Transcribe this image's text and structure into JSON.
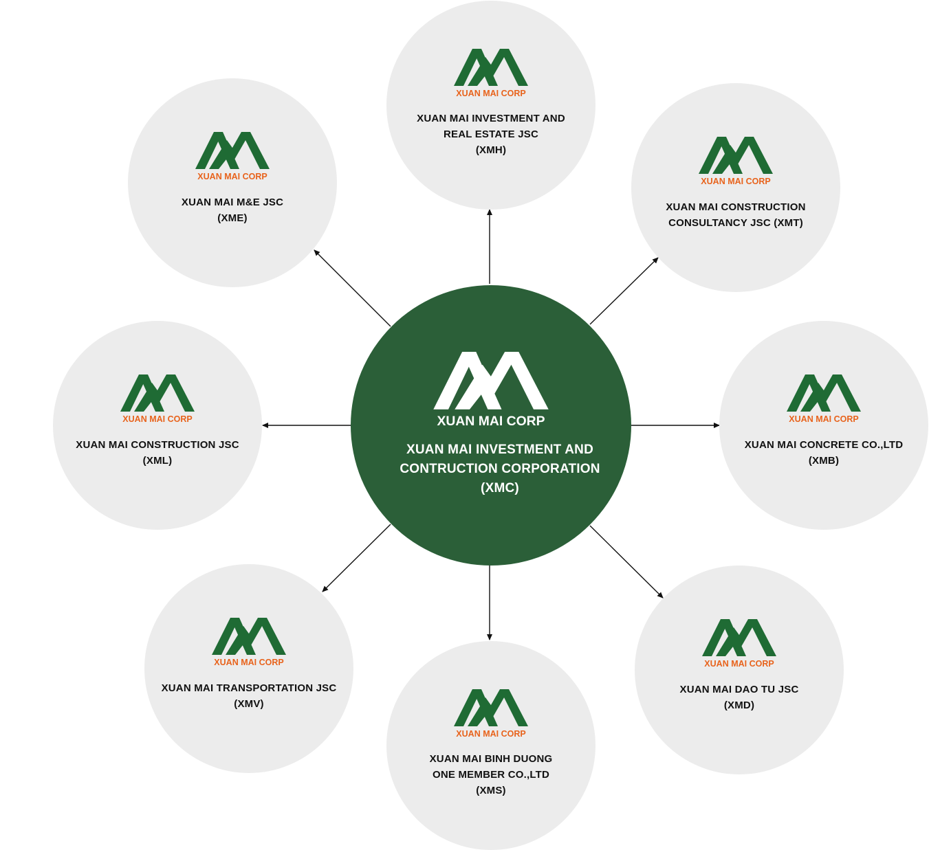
{
  "colors": {
    "brand_green": "#2b5f38",
    "logo_green": "#1f6b34",
    "logo_orange": "#e8631c",
    "node_fill": "#ececec",
    "arrow": "#111111"
  },
  "center": {
    "logo_text": "XUAN MAI CORP",
    "label_lines": [
      "XUAN MAI INVESTMENT AND",
      "CONTRUCTION CORPORATION",
      "(XMC)"
    ]
  },
  "subsidiaries": [
    {
      "key": "xmh",
      "logo_text": "XUAN MAI CORP",
      "label_lines": [
        "XUAN MAI INVESTMENT AND",
        "REAL ESTATE JSC",
        "(XMH)"
      ]
    },
    {
      "key": "xmt",
      "logo_text": "XUAN MAI CORP",
      "label_lines": [
        "XUAN MAI CONSTRUCTION",
        "CONSULTANCY JSC (XMT)"
      ]
    },
    {
      "key": "xmb",
      "logo_text": "XUAN MAI CORP",
      "label_lines": [
        "XUAN MAI CONCRETE CO.,LTD",
        "(XMB)"
      ]
    },
    {
      "key": "xmd",
      "logo_text": "XUAN MAI CORP",
      "label_lines": [
        "XUAN MAI DAO TU JSC",
        "(XMD)"
      ]
    },
    {
      "key": "xms",
      "logo_text": "XUAN MAI CORP",
      "label_lines": [
        "XUAN MAI BINH DUONG",
        "ONE MEMBER CO.,LTD",
        "(XMS)"
      ]
    },
    {
      "key": "xmv",
      "logo_text": "XUAN MAI CORP",
      "label_lines": [
        "XUAN MAI TRANSPORTATION JSC",
        "(XMV)"
      ]
    },
    {
      "key": "xml",
      "logo_text": "XUAN MAI CORP",
      "label_lines": [
        "XUAN MAI CONSTRUCTION JSC",
        "(XML)"
      ]
    },
    {
      "key": "xme",
      "logo_text": "XUAN MAI CORP",
      "label_lines": [
        "XUAN MAI M&E JSC",
        "(XME)"
      ]
    }
  ]
}
